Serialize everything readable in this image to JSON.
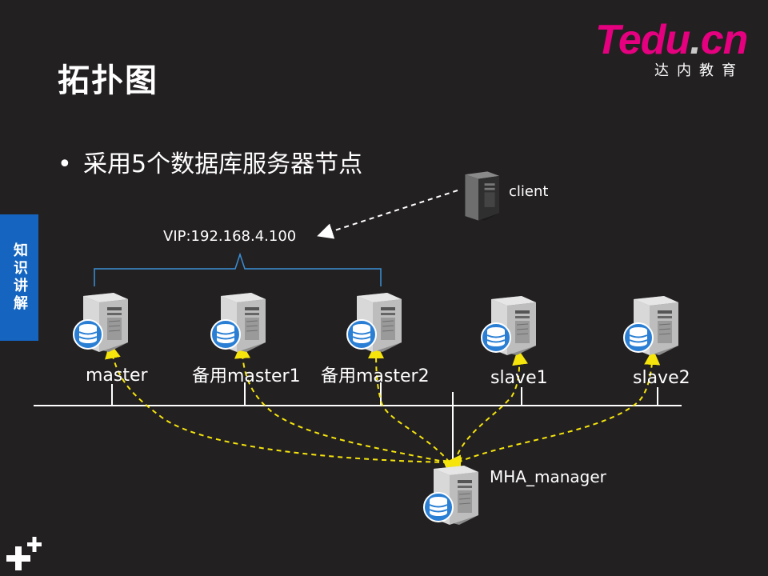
{
  "title": "拓扑图",
  "bullet": "采用5个数据库服务器节点",
  "side_tab": "知识讲解",
  "logo": {
    "brand_t": "T",
    "brand_rest": "edu",
    "brand_dot": ".",
    "brand_cn": "cn",
    "subtitle": "达内教育"
  },
  "vip_label": "VIP:192.168.4.100",
  "client_label": "client",
  "nodes": {
    "master": "master",
    "backup1": "备用master1",
    "backup2": "备用master2",
    "slave1": "slave1",
    "slave2": "slave2",
    "manager": "MHA_manager"
  },
  "colors": {
    "background": "#232021",
    "side_tab": "#1565c0",
    "arrow": "#f5e50c",
    "line": "#ffffff",
    "brace": "#3a8fd6",
    "db": "#2a7fd4"
  }
}
